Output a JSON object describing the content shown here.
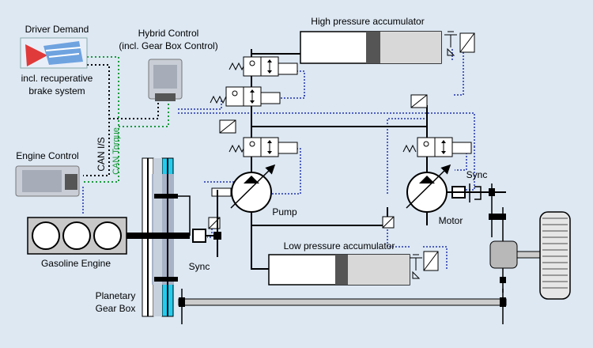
{
  "labels": {
    "driver_demand": "Driver Demand",
    "recuperative": "incl. recuperative",
    "brake_system": "brake system",
    "hybrid_control": "Hybrid Control",
    "gearbox_control": "(incl. Gear Box Control)",
    "engine_control": "Engine Control",
    "can_is": "CAN I/S",
    "can_torque": "CAN Torque",
    "gasoline_engine": "Gasoline Engine",
    "planetary": "Planetary",
    "gear_box": "Gear Box",
    "sync_left": "Sync",
    "sync_right": "Sync",
    "pump": "Pump",
    "motor": "Motor",
    "high_accumulator": "High pressure accumulator",
    "low_accumulator": "Low pressure accumulator"
  },
  "colors": {
    "background": "#dde8f3",
    "can_green": "#1a9a3a",
    "signal_blue": "#2233aa",
    "cyan": "#22ccee",
    "accumulator_body": "#d8d8d8",
    "piston": "#555555"
  }
}
